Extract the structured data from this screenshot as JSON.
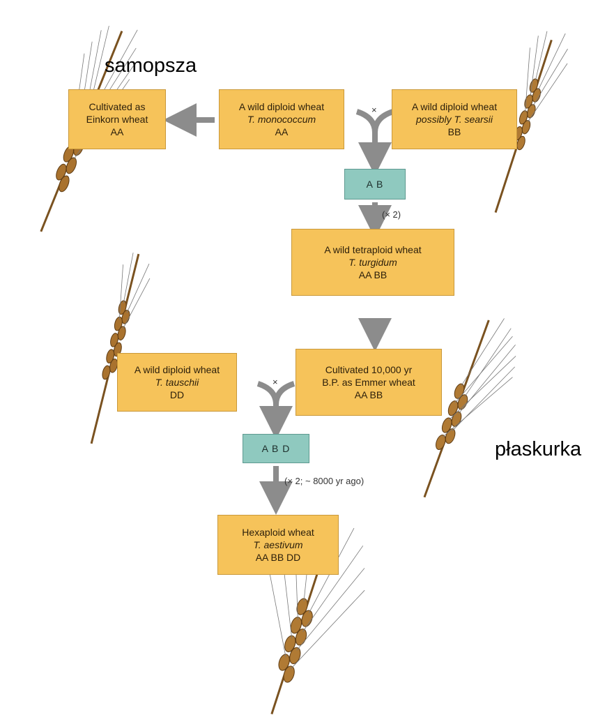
{
  "labels": {
    "samopsza": "samopsza",
    "plaskurka": "płaskurka"
  },
  "boxes": {
    "einkorn": {
      "line1": "Cultivated as",
      "line2": "Einkorn wheat",
      "line3": "AA"
    },
    "monococcum": {
      "line1": "A wild diploid wheat",
      "line2": "T. monococcum",
      "line3": "AA"
    },
    "searsii": {
      "line1": "A wild diploid wheat",
      "line2": "possibly T. searsii",
      "line3": "BB"
    },
    "turgidum": {
      "line1": "A wild tetraploid wheat",
      "line2": "T. turgidum",
      "line3": "AA BB"
    },
    "tauschii": {
      "line1": "A wild diploid wheat",
      "line2": "T. tauschii",
      "line3": "DD"
    },
    "emmer": {
      "line1": "Cultivated 10,000 yr",
      "line2": "B.P. as Emmer wheat",
      "line3": "AA BB"
    },
    "aestivum": {
      "line1": "Hexaploid wheat",
      "line2": "T. aestivum",
      "line3": "AA BB DD"
    }
  },
  "hybrids": {
    "ab": "A B",
    "abd": "A B D"
  },
  "arrows": {
    "doubling1": "(× 2)",
    "doubling2": "(× 2; ~ 8000 yr ago)",
    "cross1": "×",
    "cross2": "×"
  },
  "colors": {
    "box_fill": "#f6c35a",
    "hybrid_fill": "#8fc9bf",
    "arrow": "#8c8c8c",
    "wheat": "#9b6a2a"
  },
  "icons": [
    "wheat-ear-icon"
  ]
}
